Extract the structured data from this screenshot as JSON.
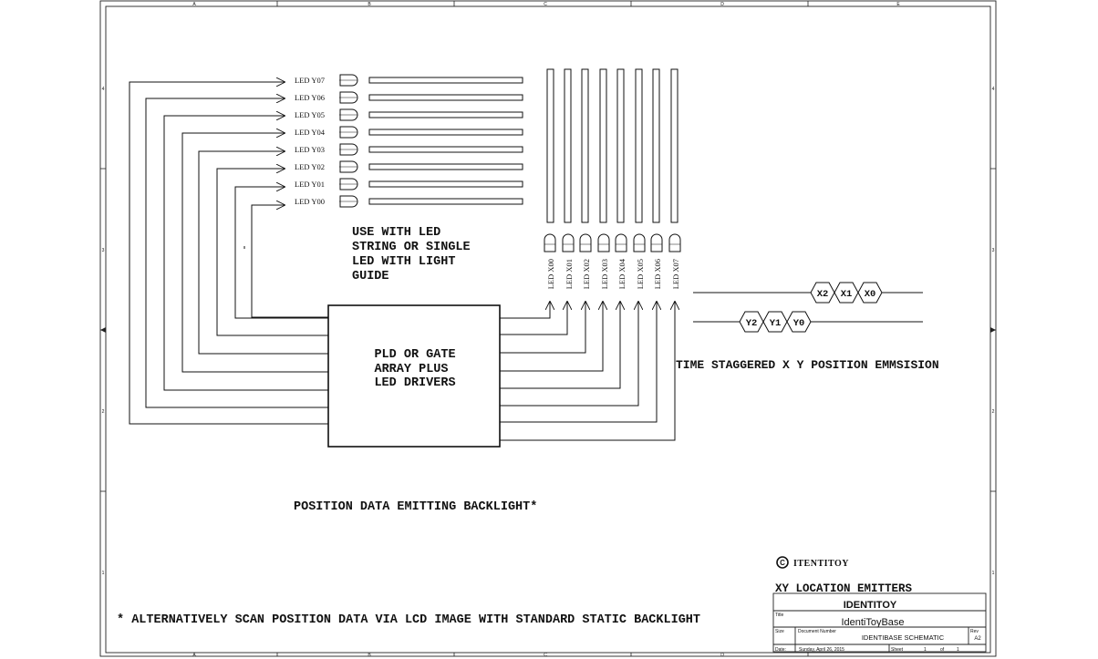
{
  "frame": {
    "col_markers": [
      "A",
      "B",
      "C",
      "D",
      "E"
    ],
    "row_markers": [
      "4",
      "3",
      "2",
      "1"
    ]
  },
  "leds_y": [
    {
      "label": "LED Y07"
    },
    {
      "label": "LED Y06"
    },
    {
      "label": "LED Y05"
    },
    {
      "label": "LED Y04"
    },
    {
      "label": "LED Y03"
    },
    {
      "label": "LED Y02"
    },
    {
      "label": "LED Y01"
    },
    {
      "label": "LED Y00"
    }
  ],
  "leds_x": [
    {
      "label": "LED X00"
    },
    {
      "label": "LED X01"
    },
    {
      "label": "LED X02"
    },
    {
      "label": "LED X03"
    },
    {
      "label": "LED X04"
    },
    {
      "label": "LED X05"
    },
    {
      "label": "LED X06"
    },
    {
      "label": "LED X07"
    }
  ],
  "note_led_guide": [
    "USE WITH LED",
    "STRING OR SINGLE",
    "LED WITH LIGHT",
    "GUIDE"
  ],
  "driver_block": [
    "PLD OR GATE",
    "ARRAY PLUS",
    "LED DRIVERS"
  ],
  "timing": {
    "x_row": [
      "X2",
      "X1",
      "X0"
    ],
    "y_row": [
      "Y2",
      "Y1",
      "Y0"
    ],
    "caption": "TIME STAGGERED X Y POSITION EMMSISION"
  },
  "caption_backlight": "POSITION DATA EMITTING BACKLIGHT*",
  "footnote": "* ALTERNATIVELY SCAN POSITION DATA VIA LCD IMAGE WITH STANDARD STATIC BACKLIGHT",
  "copyright": {
    "symbol": "C",
    "owner": "ITENTITOY"
  },
  "diagram_title": "XY LOCATION EMITTERS",
  "title_block": {
    "company": "IDENTITOY",
    "title_label": "Title",
    "title": "IdentiToyBase",
    "size_label": "Size",
    "docnum_label": "Document Number",
    "document_number": "IDENTIBASE SCHEMATIC",
    "rev_label": "Rev",
    "rev": "A2",
    "date_label": "Date:",
    "date": "Sunday, April 26, 2015",
    "sheet_label": "Sheet",
    "sheet": "1",
    "of_label": "of",
    "sheets": "1"
  }
}
